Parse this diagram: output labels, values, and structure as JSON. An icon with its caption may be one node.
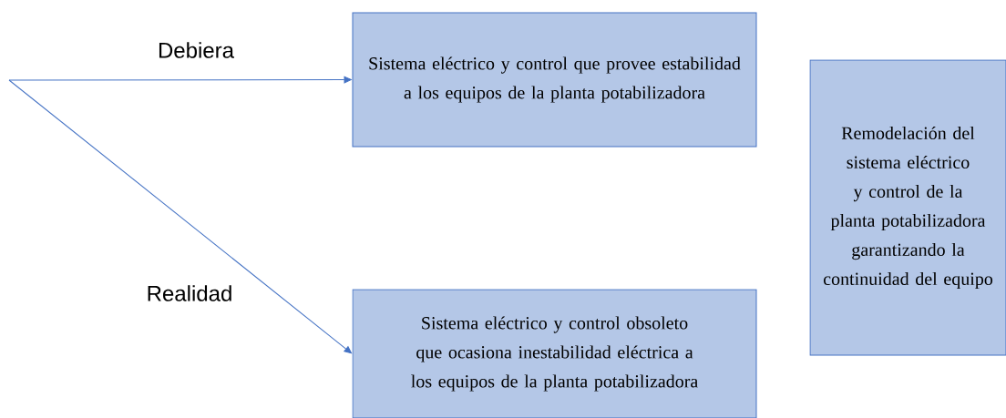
{
  "diagram": {
    "nodes": [
      {
        "text": [
          "Sistema eléctrico y control que provee estabilidad a los equipos de la planta potabilizadora"
        ]
      },
      {
        "text": [
          "Sistema eléctrico y control obsoleto que ocasiona inestabilidad eléctrica a los equipos de la planta potabilizadora"
        ]
      },
      {
        "text": [
          "Remodelación del sistema eléctrico y control de la planta potabilizadora garantizando la continuidad del equipo"
        ]
      }
    ],
    "edges": [
      {
        "from": null,
        "to": 0,
        "arrow": "to",
        "label": "Debiera"
      },
      {
        "from": null,
        "to": 1,
        "arrow": "to",
        "label": "Realidad"
      }
    ]
  }
}
